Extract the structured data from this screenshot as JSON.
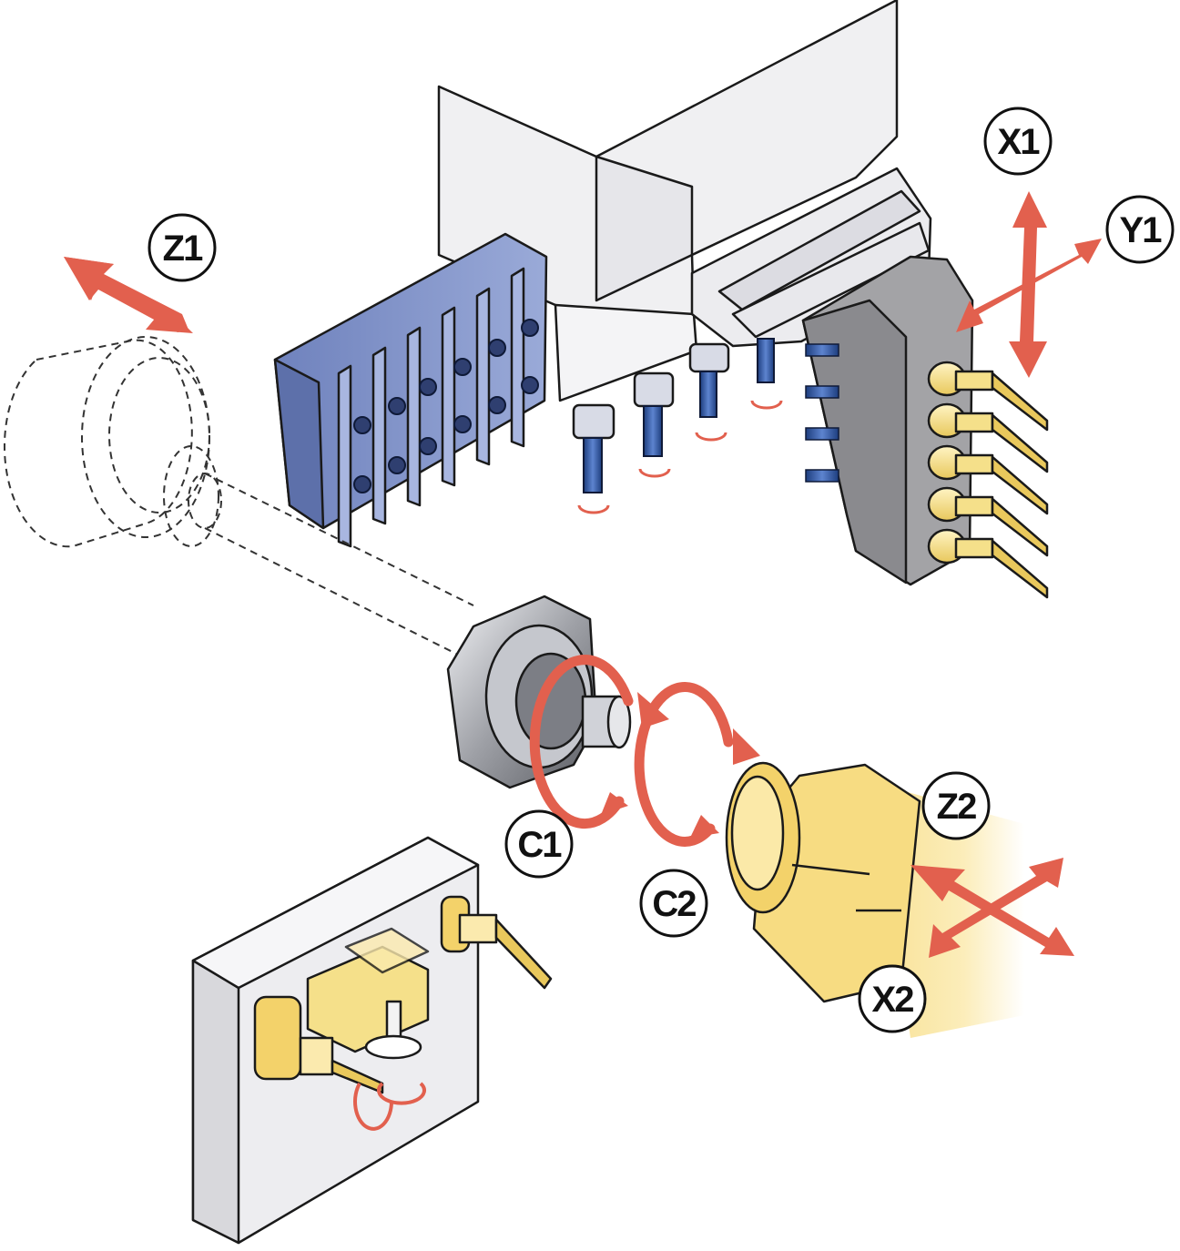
{
  "axes": {
    "x1": {
      "label": "X1",
      "kind": "linear"
    },
    "y1": {
      "label": "Y1",
      "kind": "linear"
    },
    "z1": {
      "label": "Z1",
      "kind": "linear"
    },
    "c1": {
      "label": "C1",
      "kind": "rotary"
    },
    "c2": {
      "label": "C2",
      "kind": "rotary"
    },
    "z2": {
      "label": "Z2",
      "kind": "linear"
    },
    "x2": {
      "label": "X2",
      "kind": "linear"
    }
  },
  "colors": {
    "motion_arrow": "#e2604e",
    "gang_tool_plate": "#7e90c4",
    "machine_body": "#eeeeef",
    "turret": "#9a9a9c",
    "live_tool": "#f5e08a",
    "back_spindle": "#f7dc82",
    "drill": "#2a4f9a",
    "chuck_steel": "#9ea0a6"
  }
}
